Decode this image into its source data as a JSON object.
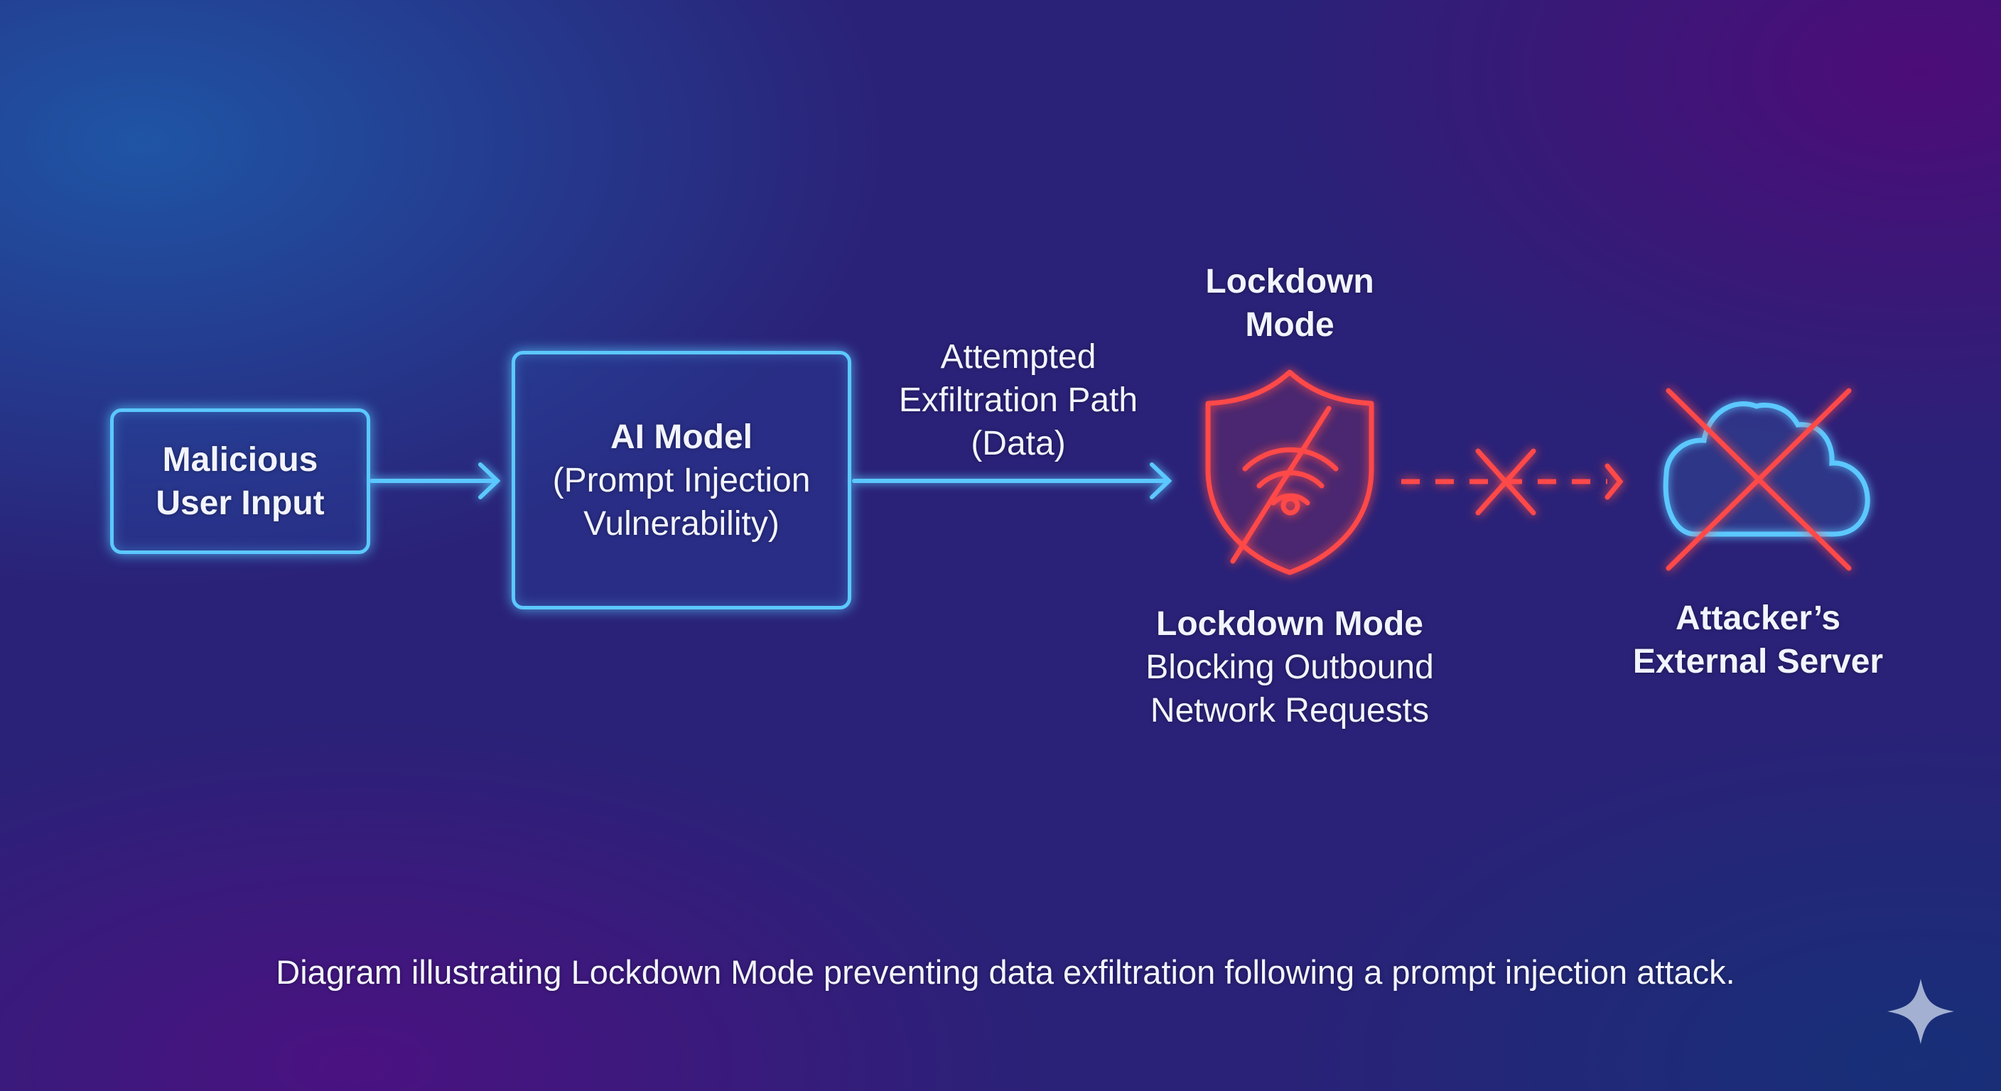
{
  "nodes": {
    "input": {
      "line1": "Malicious",
      "line2": "User Input"
    },
    "model": {
      "title": "AI Model",
      "line2": "(Prompt Injection",
      "line3": "Vulnerability)"
    },
    "path_label": {
      "line1": "Attempted",
      "line2": "Exfiltration Path",
      "line3": "(Data)"
    },
    "lockdown_top": {
      "line1": "Lockdown",
      "line2": "Mode"
    },
    "lockdown_bottom": {
      "title": "Lockdown Mode",
      "line2": "Blocking Outbound",
      "line3": "Network Requests"
    },
    "server": {
      "line1": "Attacker’s",
      "line2": "External Server"
    }
  },
  "caption": "Diagram illustrating Lockdown Mode preventing data exfiltration following a prompt injection attack.",
  "colors": {
    "cyan": "#5cc8ff",
    "red": "#ff4a4a"
  }
}
